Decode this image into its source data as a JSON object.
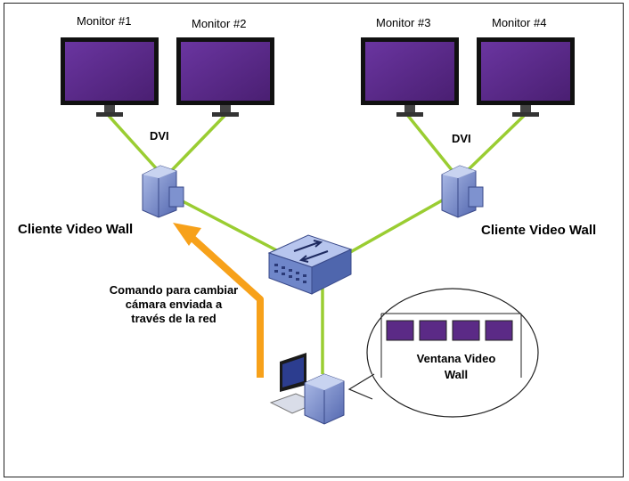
{
  "monitors": [
    {
      "label": "Monitor #1"
    },
    {
      "label": "Monitor #2"
    },
    {
      "label": "Monitor #3"
    },
    {
      "label": "Monitor #4"
    }
  ],
  "dvi_labels": [
    "DVI",
    "DVI"
  ],
  "clients": [
    {
      "label": "Cliente Video Wall"
    },
    {
      "label": "Cliente Video Wall"
    }
  ],
  "command_text": [
    "Comando para cambiar",
    "cámara enviada a",
    "través de la red"
  ],
  "video_wall_window": {
    "title_line1": "Ventana Video",
    "title_line2": "Wall",
    "tiles": 4
  },
  "colors": {
    "screen": "#5b2a86",
    "link": "#9acd32",
    "arrow": "#f7a11a",
    "device": "#6f86c9"
  }
}
